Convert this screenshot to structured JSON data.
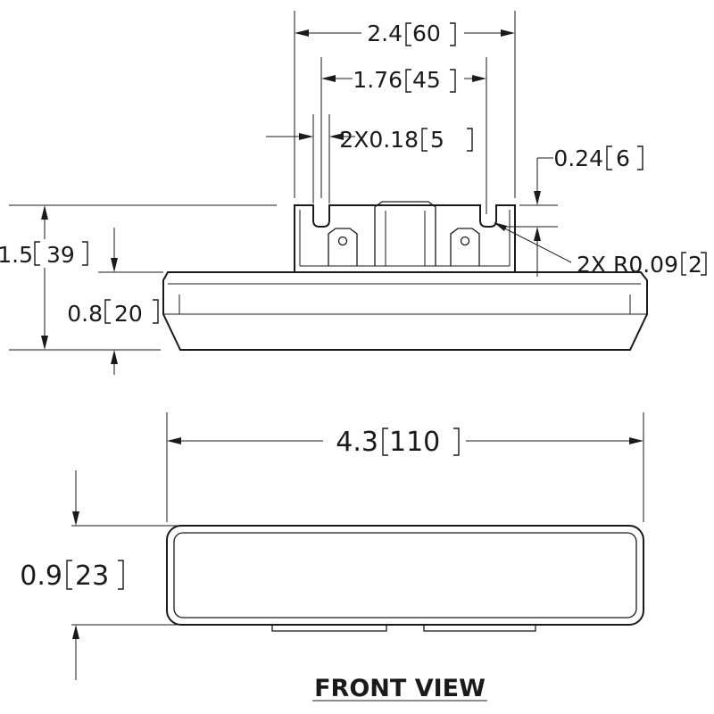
{
  "dimensions": {
    "overall_width_top": {
      "value": "2.4",
      "metric": "60"
    },
    "slot_spacing": {
      "value": "1.76",
      "metric": "45"
    },
    "slot_width": {
      "value": "2X0.18",
      "metric": "5"
    },
    "slot_depth": {
      "value": "0.24",
      "metric": "6"
    },
    "slot_radius": {
      "value": "2X R0.09",
      "metric": "2"
    },
    "overall_height": {
      "value": "1.5",
      "metric": "39"
    },
    "base_height": {
      "value": "0.8",
      "metric": "20"
    },
    "overall_length": {
      "value": "4.3",
      "metric": "110"
    },
    "front_height": {
      "value": "0.9",
      "metric": "23"
    }
  },
  "view_title": "FRONT VIEW"
}
